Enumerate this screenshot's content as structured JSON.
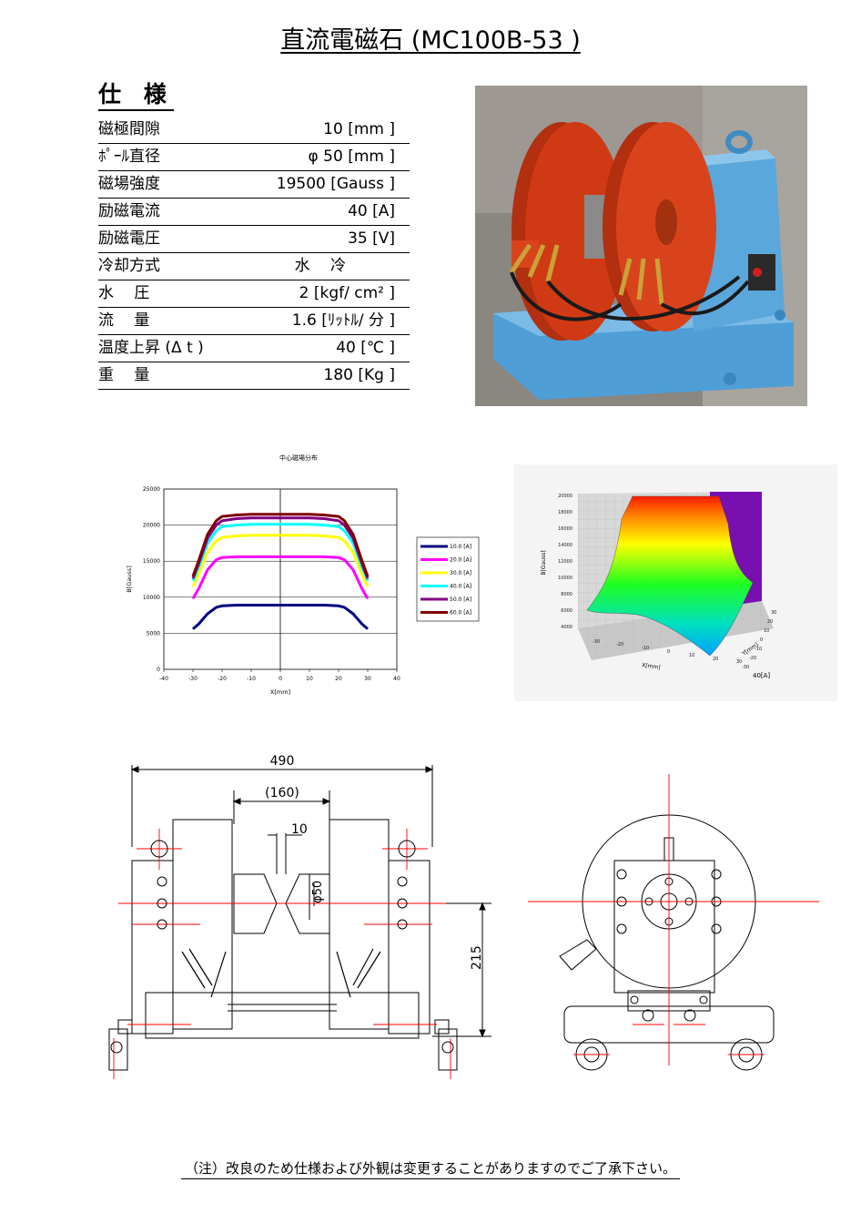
{
  "title": "直流電磁石 (MC100B-53 )",
  "spec_heading": "仕 様",
  "specs": [
    {
      "label": "磁極間隙",
      "value": "10 [mm ]"
    },
    {
      "label": "ﾎﾟｰﾙ直径",
      "value": "φ 50 [mm ]"
    },
    {
      "label": "磁場強度",
      "value": "19500 [Gauss ]"
    },
    {
      "label": "励磁電流",
      "value": "40 [A]"
    },
    {
      "label": "励磁電圧",
      "value": "35 [V]"
    },
    {
      "label": "冷却方式",
      "value": "水　 冷"
    },
    {
      "label": "水　 圧",
      "value": "2 [kgf/ cm² ]"
    },
    {
      "label": "流　 量",
      "value": "1.6 [ﾘｯﾄﾙ/ 分 ]"
    },
    {
      "label": "温度上昇 (Δ t )",
      "value": "40 [℃ ]"
    },
    {
      "label": "重　 量",
      "value": "180 [Kg ]"
    }
  ],
  "chart_data": [
    {
      "type": "line",
      "title": "中心磁場分布",
      "xlabel": "X[mm]",
      "ylabel": "B[Gauss]",
      "xlim": [
        -40,
        40
      ],
      "ylim": [
        0,
        25000
      ],
      "xticks": [
        "-40",
        "-30",
        "-20",
        "-10",
        "0",
        "10",
        "20",
        "30",
        "40"
      ],
      "yticks": [
        "0",
        "5000",
        "10000",
        "15000",
        "20000",
        "25000"
      ],
      "grid": "horizontal",
      "legend_position": "right",
      "x": [
        -30,
        -28,
        -25,
        -22,
        -20,
        -15,
        -10,
        -5,
        0,
        5,
        10,
        15,
        20,
        22,
        25,
        28,
        30
      ],
      "series": [
        {
          "name": "10.0 [A]",
          "color": "#000080",
          "values": [
            5600,
            6300,
            7700,
            8600,
            8800,
            8900,
            8900,
            8900,
            8900,
            8900,
            8900,
            8900,
            8800,
            8600,
            7700,
            6300,
            5600
          ]
        },
        {
          "name": "20.0 [A]",
          "color": "#ff00ff",
          "values": [
            9800,
            11200,
            13800,
            15200,
            15500,
            15600,
            15600,
            15600,
            15600,
            15600,
            15600,
            15600,
            15500,
            15200,
            13800,
            11200,
            9800
          ]
        },
        {
          "name": "30.0 [A]",
          "color": "#ffff00",
          "values": [
            11500,
            13200,
            16200,
            17800,
            18300,
            18500,
            18600,
            18600,
            18600,
            18600,
            18600,
            18500,
            18300,
            17800,
            16200,
            13200,
            11500
          ]
        },
        {
          "name": "40.0 [A]",
          "color": "#00ffff",
          "values": [
            12300,
            14200,
            17500,
            19200,
            19800,
            20000,
            20100,
            20100,
            20100,
            20100,
            20100,
            20000,
            19800,
            19200,
            17500,
            14200,
            12300
          ]
        },
        {
          "name": "50.0 [A]",
          "color": "#800080",
          "values": [
            12600,
            14700,
            18200,
            20000,
            20600,
            20900,
            21000,
            21000,
            21000,
            21000,
            21000,
            20900,
            20600,
            20000,
            18200,
            14700,
            12600
          ]
        },
        {
          "name": "60.0 [A]",
          "color": "#800000",
          "values": [
            12900,
            15100,
            18700,
            20600,
            21200,
            21400,
            21500,
            21500,
            21500,
            21500,
            21500,
            21400,
            21200,
            20600,
            18700,
            15100,
            12900
          ]
        }
      ]
    },
    {
      "type": "area",
      "title": "",
      "xlabel": "X[mm]",
      "ylabel": "B[Gauss]",
      "zlabel": "Y[mm]",
      "condition": "40[A]",
      "yticks": [
        "4000",
        "6000",
        "8000",
        "10000",
        "12000",
        "14000",
        "16000",
        "18000",
        "20000"
      ],
      "xticks": [
        "-30",
        "-20",
        "-10",
        "0",
        "10",
        "20",
        "30"
      ],
      "zticks": [
        "-30",
        "-20",
        "-10",
        "0",
        "10",
        "20",
        "30"
      ],
      "plateau_value": 20000,
      "edge_value": 4000
    }
  ],
  "drawing": {
    "dims": {
      "overall_width": "490",
      "pole_assembly": "(160)",
      "gap": "10",
      "pole_diameter": "φ50",
      "height": "215"
    }
  },
  "photo": {
    "icon": "electromagnet-photo",
    "colors": {
      "coil": "#cf3a14",
      "base": "#4f9ed6",
      "background": "#8a8680"
    }
  },
  "note": "（注）改良のため仕様および外観は変更することがありますのでご了承下さい。"
}
